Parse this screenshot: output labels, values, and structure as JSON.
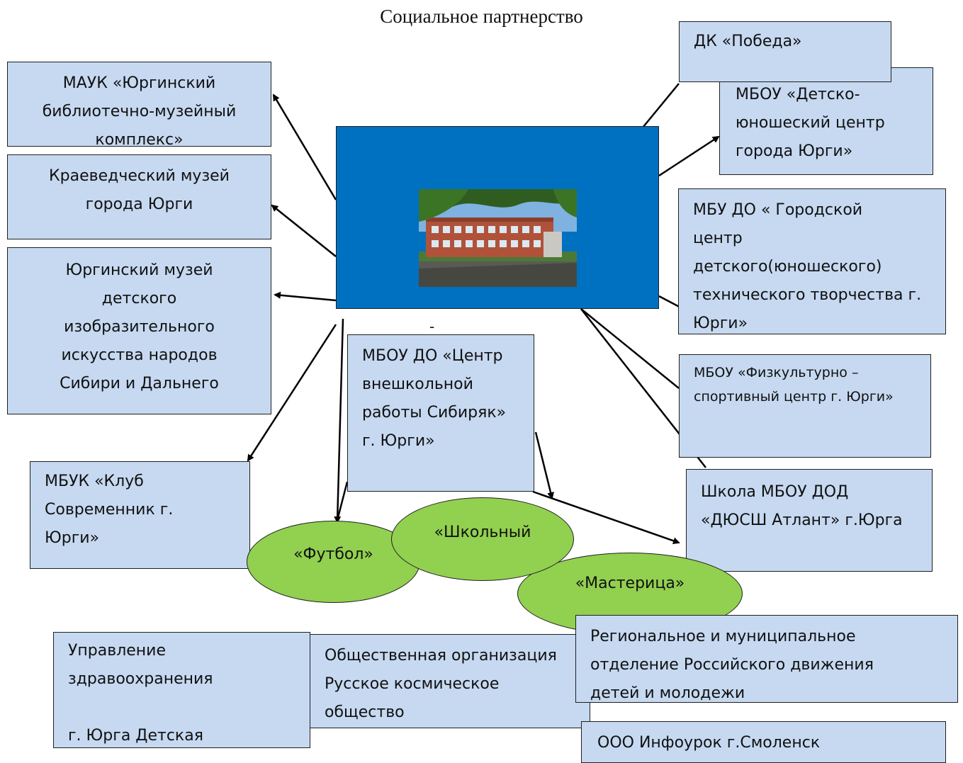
{
  "title": "Социальное партнерство",
  "colors": {
    "box_fill": "#c6d9f1",
    "center_fill": "#0070c0",
    "ellipse_fill": "#92d050"
  },
  "center": {
    "image": "school-building-photo",
    "caption": "-"
  },
  "partners": {
    "left_1": "МАУК «Юргинский\nбиблиотечно-музейный\nкомплекс»",
    "left_2": "Краеведческий музей\nгорода Юрги",
    "left_3": "Юргинский музей\nдетского\nизобразительного\nискусства народов\nСибири и Дальнего",
    "left_4": "МБУК «Клуб\nСовременник г.\nЮрги»",
    "center_low": "МБОУ ДО «Центр\nвнешкольной\nработы Сибиряк»\nг. Юрги»",
    "right_1": "ДК «Победа»",
    "right_2": "МБОУ «Детско-\nюношеский центр\nгорода Юрги»",
    "right_3": "МБУ ДО « Городской\nцентр\nдетского(юношеского)\nтехнического творчества г.\nЮрги»",
    "right_4": "МБОУ «Физкультурно –\nспортивный центр г. Юрги»",
    "right_5": "Школа МБОУ ДОД\n«ДЮСШ Атлант» г.Юрга",
    "bottom_1": "Управление\nздравоохранения\n\n г. Юрга Детская",
    "bottom_2": "Общественная организация\nРусское космическое\nобщество",
    "bottom_3": "Региональное  и муниципальное\nотделение Российского движения\nдетей и молодежи",
    "bottom_4": "ООО Инфоурок г.Смоленск"
  },
  "clubs": {
    "football": "«Футбол»",
    "school": "«Школьный",
    "masteritsa": "«Мастерица»"
  }
}
